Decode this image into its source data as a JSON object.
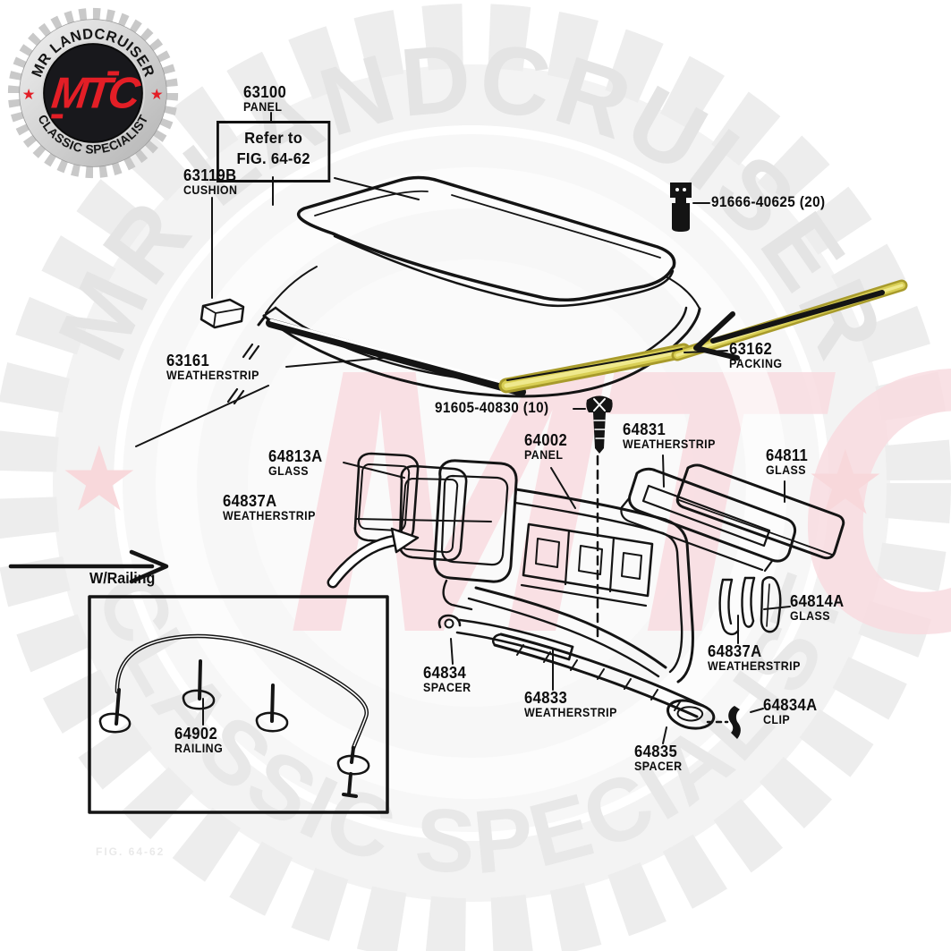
{
  "logo": {
    "top_text": "MR LANDCRUISER",
    "bottom_text": "CLASSIC SPECIALIST",
    "monogram": "MTC",
    "star_glyph": "★",
    "red": "#e31e26",
    "silver": "#c9c9c9",
    "disc": "#18181c"
  },
  "watermark": {
    "top_text": "MR LANDCRUISER",
    "bottom_text": "CLASSIC SPECIALIST",
    "monogram": "MTC",
    "star_glyph": "★",
    "gray": "#e6e6e6",
    "pink": "#f9dce1"
  },
  "diagram": {
    "line_color": "#141414",
    "highlight_outer": "#a89b2b",
    "highlight_mid": "#d9cf55",
    "highlight_light": "#efe98d",
    "note_box": {
      "line1": "Refer to",
      "line2": "FIG. 64-62"
    },
    "railing_callout": "W/Railing",
    "faint_ref": "FIG. 64-62",
    "labels": [
      {
        "part": "63100",
        "name": "PANEL"
      },
      {
        "part": "63119B",
        "name": "CUSHION"
      },
      {
        "part": "91666-40625 (20)",
        "name": ""
      },
      {
        "part": "63161",
        "name": "WEATHERSTRIP"
      },
      {
        "part": "63162",
        "name": "PACKING"
      },
      {
        "part": "91605-40830 (10)",
        "name": ""
      },
      {
        "part": "64002",
        "name": "PANEL"
      },
      {
        "part": "64831",
        "name": "WEATHERSTRIP"
      },
      {
        "part": "64811",
        "name": "GLASS"
      },
      {
        "part": "64813A",
        "name": "GLASS"
      },
      {
        "part": "64837A",
        "name": "WEATHERSTRIP"
      },
      {
        "part": "64814A",
        "name": "GLASS"
      },
      {
        "part": "64837A",
        "name": "WEATHERSTRIP"
      },
      {
        "part": "64834",
        "name": "SPACER"
      },
      {
        "part": "64833",
        "name": "WEATHERSTRIP"
      },
      {
        "part": "64835",
        "name": "SPACER"
      },
      {
        "part": "64834A",
        "name": "CLIP"
      },
      {
        "part": "64902",
        "name": "RAILING"
      }
    ]
  }
}
